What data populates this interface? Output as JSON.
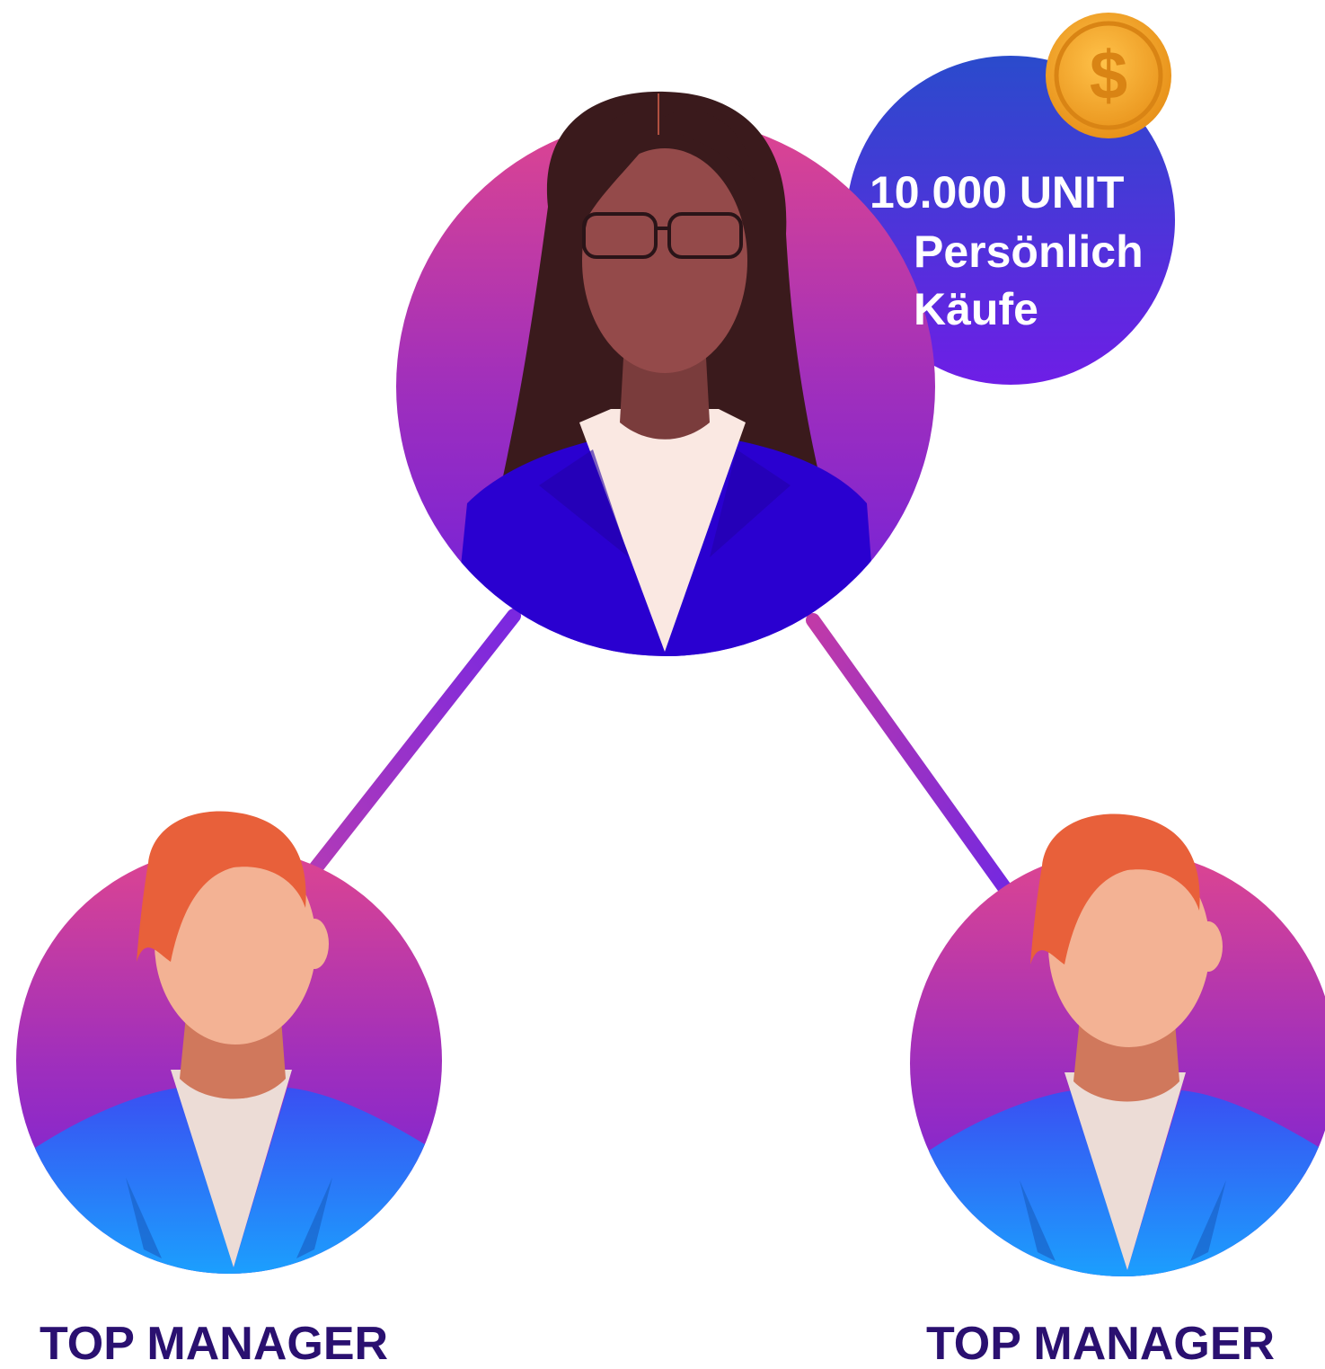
{
  "badge": {
    "line1": "10.000 UNIT",
    "line2": "Persönlich",
    "line3": "Käufe",
    "coin_icon": "dollar-coin-icon"
  },
  "nodes": {
    "top": {
      "role_label": ""
    },
    "left": {
      "role_label": "TOP MANAGER"
    },
    "right": {
      "role_label": "TOP MANAGER"
    }
  },
  "colors": {
    "circle_gradient_top": "#de4590",
    "circle_gradient_mid": "#9a2dc0",
    "circle_gradient_bottom": "#6a1ee0",
    "badge_gradient_top": "#2a4bd0",
    "badge_gradient_bottom": "#6a1ee0",
    "connector_top": "#7a28e0",
    "connector_bottom": "#b03ab8",
    "label": "#2a1070",
    "coin": "#f4a623",
    "hair_orange": "#e8603a",
    "skin_light": "#f3b294",
    "skin_dark": "#944a4a",
    "hair_dark": "#3a1a1c",
    "suit_blue": "#2a00d0"
  }
}
